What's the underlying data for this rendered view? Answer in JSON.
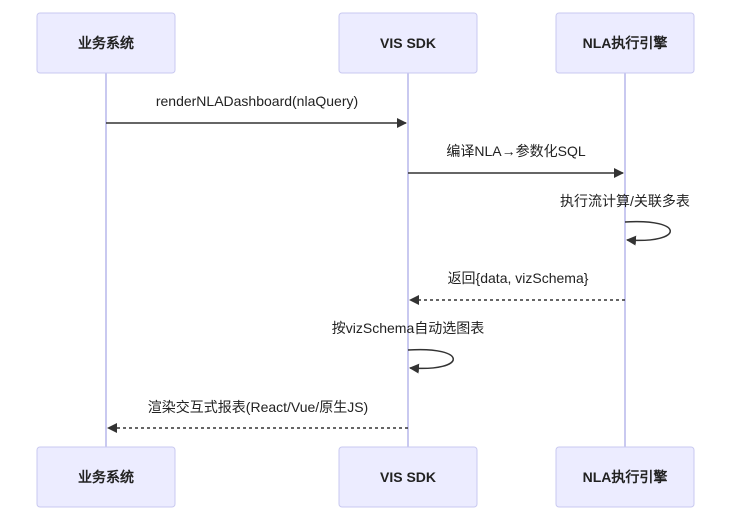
{
  "participants": [
    {
      "id": "biz",
      "label": "业务系统"
    },
    {
      "id": "vis",
      "label": "VIS SDK"
    },
    {
      "id": "nla",
      "label": "NLA执行引擎"
    }
  ],
  "messages": [
    {
      "from": "biz",
      "to": "vis",
      "label": "renderNLADashboard(nlaQuery)",
      "style": "solid"
    },
    {
      "from": "vis",
      "to": "nla",
      "label": "编译NLA→参数化SQL",
      "style": "solid"
    },
    {
      "from": "nla",
      "to": "nla",
      "label": "执行流计算/关联多表",
      "style": "solid"
    },
    {
      "from": "nla",
      "to": "vis",
      "label": "返回{data, vizSchema}",
      "style": "dashed"
    },
    {
      "from": "vis",
      "to": "vis",
      "label": "按vizSchema自动选图表",
      "style": "solid"
    },
    {
      "from": "vis",
      "to": "biz",
      "label": "渲染交互式报表(React/Vue/原生JS)",
      "style": "dashed"
    }
  ],
  "colors": {
    "actor_fill": "#ECECFF",
    "actor_stroke": "#C9C9F0",
    "lifeline": "#C9C9F0",
    "arrow": "#333333",
    "text": "#222222"
  }
}
